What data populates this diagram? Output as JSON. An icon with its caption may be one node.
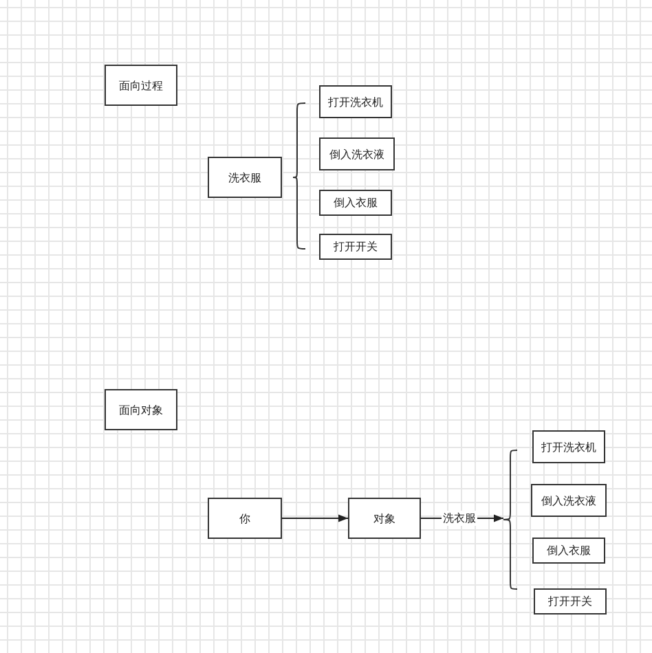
{
  "diagram": {
    "nodes": [
      {
        "text": [
          "面向过程"
        ]
      },
      {
        "text": [
          "洗衣服"
        ]
      },
      {
        "text": [
          "打开洗衣机"
        ]
      },
      {
        "text": [
          "倒入洗衣液"
        ]
      },
      {
        "text": [
          "倒入衣服"
        ]
      },
      {
        "text": [
          "打开开关"
        ]
      },
      {
        "text": [
          "面向对象"
        ]
      },
      {
        "text": [
          "你"
        ]
      },
      {
        "text": [
          "对象"
        ]
      },
      {
        "text": [],
        "shape": "brace"
      },
      {
        "text": [
          "打开洗衣机"
        ]
      },
      {
        "text": [
          "倒入洗衣液"
        ]
      },
      {
        "text": [
          "倒入衣服"
        ]
      },
      {
        "text": [
          "打开开关"
        ]
      }
    ],
    "edges": [
      {
        "from": 7,
        "to": 8,
        "arrow": "to"
      },
      {
        "from": 8,
        "to": 9,
        "arrow": "to",
        "label": "洗衣服"
      }
    ]
  }
}
